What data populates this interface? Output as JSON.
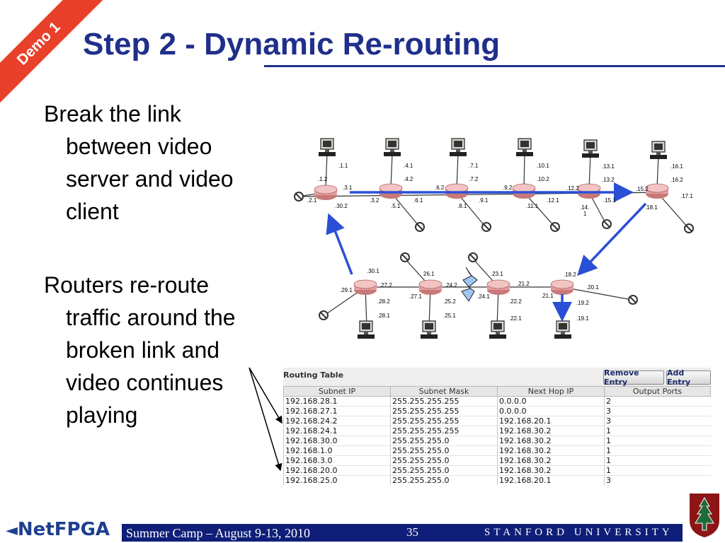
{
  "slide": {
    "corner_badge": "Demo 1",
    "title": "Step 2 - Dynamic Re-routing",
    "bullets": [
      {
        "lines": [
          "Break the link",
          "between video",
          "server and video",
          "client"
        ]
      },
      {
        "lines": [
          "Routers re-route",
          "traffic around the",
          "broken link and",
          "video continues",
          "playing"
        ]
      }
    ]
  },
  "network": {
    "top_labels": [
      ".1.1",
      ".1.2",
      ".3.1",
      ".2.1",
      ".30.2",
      ".4.1",
      ".4.2",
      ".3.2",
      ".5.1",
      ".6.2",
      ".6.1",
      ".7.1",
      ".7.2",
      ".8.1",
      ".9.2",
      ".9.1",
      ".10.1",
      ".10.2",
      ".11.1",
      ".12.2",
      ".12.1",
      ".13.1",
      ".13.2",
      ".14.",
      "1",
      ".15.2",
      ".15.1",
      ".16.1",
      ".16.2",
      ".17.1",
      ".18.1"
    ],
    "bottom_labels": [
      ".30.1",
      ".29.1",
      ".27.2",
      ".28.2",
      ".28.1",
      "26.1",
      ".27.1",
      ".24.2",
      ".25.2",
      ".25.1",
      ".23.1",
      ".24.1",
      ".21.2",
      ".22.2",
      ".22.1",
      ".18.2",
      ".21.1",
      ".20.1",
      ".19.2",
      ".19.1"
    ]
  },
  "routing_table": {
    "title": "Routing Table",
    "remove_button": "Remove Entry",
    "add_button": "Add Entry",
    "columns": [
      "Subnet IP",
      "Subnet Mask",
      "Next Hop IP",
      "Output Ports"
    ],
    "rows": [
      [
        "192.168.28.1",
        "255.255.255.255",
        "0.0.0.0",
        "2"
      ],
      [
        "192.168.27.1",
        "255.255.255.255",
        "0.0.0.0",
        "3"
      ],
      [
        "192.168.24.2",
        "255.255.255.255",
        "192.168.20.1",
        "3"
      ],
      [
        "192.168.24.1",
        "255.255.255.255",
        "192.168.30.2",
        "1"
      ],
      [
        "192.168.30.0",
        "255.255.255.0",
        "192.168.30.2",
        "1"
      ],
      [
        "192.168.1.0",
        "255.255.255.0",
        "192.168.30.2",
        "1"
      ],
      [
        "192.168.3.0",
        "255.255.255.0",
        "192.168.30.2",
        "1"
      ],
      [
        "192.168.20.0",
        "255.255.255.0",
        "192.168.30.2",
        "1"
      ],
      [
        "192.168.25.0",
        "255.255.255.0",
        "192.168.20.1",
        "3"
      ]
    ]
  },
  "footer": {
    "logo_prefix": "Net",
    "logo_suffix": "FPGA",
    "event": "Summer Camp – August 9-13, 2010",
    "page_number": "35",
    "university": "STANFORD UNIVERSITY"
  },
  "colors": {
    "title": "#1f2f8a",
    "ribbon": "#e8402a",
    "footer": "#0f1e78",
    "route_arrow": "#2a4fd6",
    "router": "#e8a0a0"
  }
}
